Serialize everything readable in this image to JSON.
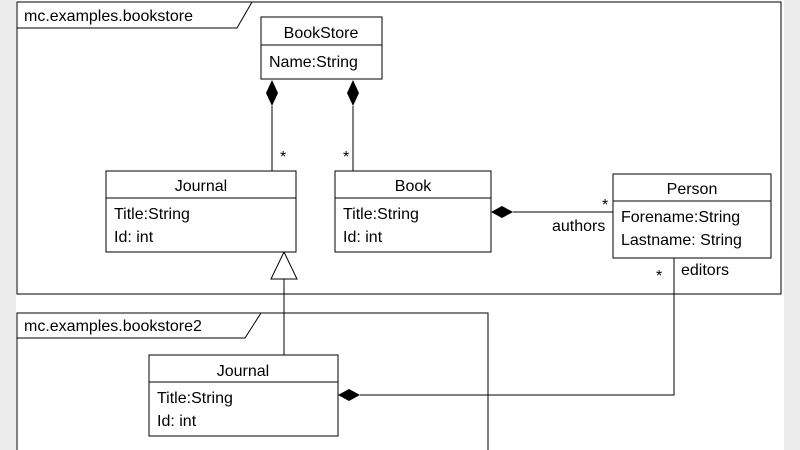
{
  "packages": [
    {
      "name": "mc.examples.bookstore"
    },
    {
      "name": "mc.examples.bookstore2"
    }
  ],
  "classes": {
    "bookstore": {
      "name": "BookStore",
      "attributes": [
        "Name:String"
      ]
    },
    "journal": {
      "name": "Journal",
      "attributes": [
        "Title:String",
        "Id: int"
      ]
    },
    "book": {
      "name": "Book",
      "attributes": [
        "Title:String",
        "Id: int"
      ]
    },
    "person": {
      "name": "Person",
      "attributes": [
        "Forename:String",
        "Lastname: String"
      ]
    },
    "journal2": {
      "name": "Journal",
      "attributes": [
        "Title:String",
        "Id: int"
      ]
    }
  },
  "associations": {
    "bookstore_journal": {
      "multiplicity": "*"
    },
    "bookstore_book": {
      "multiplicity": "*"
    },
    "book_person": {
      "multiplicity": "*",
      "role": "authors"
    },
    "journal2_person": {
      "multiplicity": "*",
      "role": "editors"
    }
  }
}
